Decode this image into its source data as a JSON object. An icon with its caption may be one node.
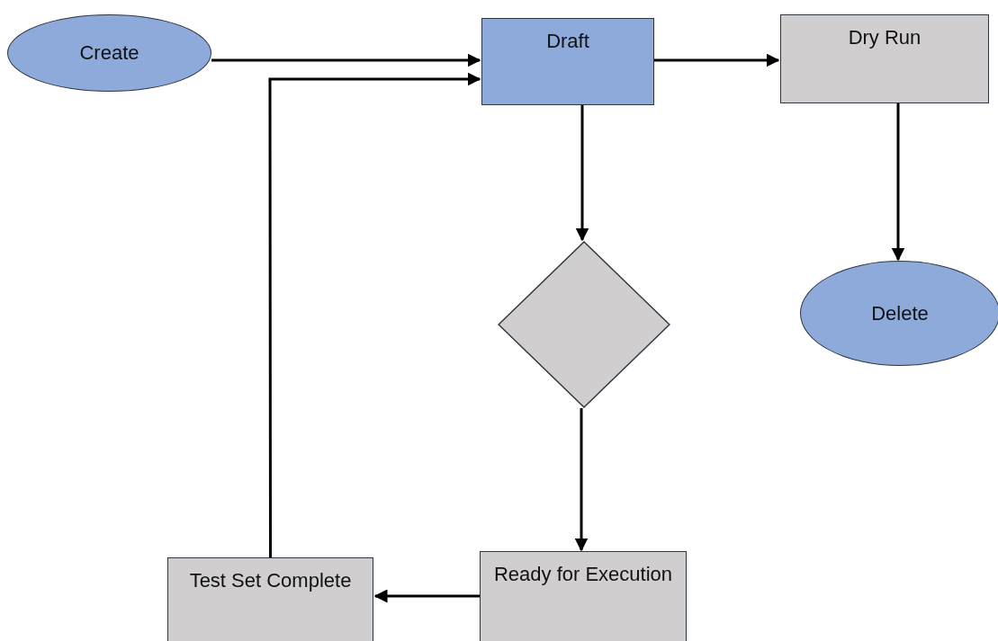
{
  "diagram": {
    "nodes": [
      {
        "text": [
          "Create"
        ]
      },
      {
        "text": [
          "Draft"
        ]
      },
      {
        "text": [
          "Dry Run"
        ]
      },
      {
        "text": [
          "Delete"
        ]
      },
      {
        "text": [],
        "shape": "diamond"
      },
      {
        "text": [
          "Ready for Execution"
        ]
      },
      {
        "text": [
          "Test Set Complete"
        ]
      }
    ],
    "edges": [
      {
        "from": 0,
        "to": 1,
        "arrow": "to"
      },
      {
        "from": 6,
        "to": 1,
        "arrow": "to"
      },
      {
        "from": 1,
        "to": 2,
        "arrow": "to"
      },
      {
        "from": 1,
        "to": 4,
        "arrow": "to"
      },
      {
        "from": 2,
        "to": 3,
        "arrow": "to"
      },
      {
        "from": 4,
        "to": 5,
        "arrow": "to"
      },
      {
        "from": 5,
        "to": 6,
        "arrow": "to"
      }
    ]
  }
}
